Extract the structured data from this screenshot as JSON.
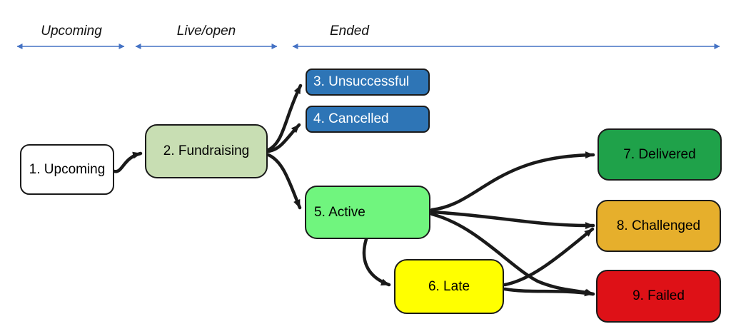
{
  "phases": [
    {
      "label": "Upcoming"
    },
    {
      "label": "Live/open"
    },
    {
      "label": "Ended"
    }
  ],
  "states": [
    {
      "label": "1. Upcoming",
      "fill": "#FFFFFF",
      "text_color": "#000000"
    },
    {
      "label": "2. Fundraising",
      "fill": "#C8DEB3",
      "text_color": "#000000"
    },
    {
      "label": "3. Unsuccessful",
      "fill": "#2E75B6",
      "text_color": "#FFFFFF"
    },
    {
      "label": "4. Cancelled",
      "fill": "#2E75B6",
      "text_color": "#FFFFFF"
    },
    {
      "label": "5. Active",
      "fill": "#70F57E",
      "text_color": "#000000"
    },
    {
      "label": "6. Late",
      "fill": "#FFFF00",
      "text_color": "#000000"
    },
    {
      "label": "7. Delivered",
      "fill": "#1FA24A",
      "text_color": "#000000"
    },
    {
      "label": "8. Challenged",
      "fill": "#E6AF2C",
      "text_color": "#000000"
    },
    {
      "label": "9. Failed",
      "fill": "#DE1117",
      "text_color": "#000000"
    }
  ],
  "transitions": [
    {
      "from": "1. Upcoming",
      "to": "2. Fundraising"
    },
    {
      "from": "2. Fundraising",
      "to": "3. Unsuccessful"
    },
    {
      "from": "2. Fundraising",
      "to": "4. Cancelled"
    },
    {
      "from": "2. Fundraising",
      "to": "5. Active"
    },
    {
      "from": "5. Active",
      "to": "7. Delivered"
    },
    {
      "from": "5. Active",
      "to": "8. Challenged"
    },
    {
      "from": "5. Active",
      "to": "9. Failed"
    },
    {
      "from": "5. Active",
      "to": "6. Late"
    },
    {
      "from": "6. Late",
      "to": "8. Challenged"
    },
    {
      "from": "6. Late",
      "to": "9. Failed"
    }
  ],
  "colors": {
    "phase_arrow": "#4472C4",
    "connector": "#1A1A1A",
    "box_border": "#1A1A1A",
    "background": "#FFFFFF"
  }
}
